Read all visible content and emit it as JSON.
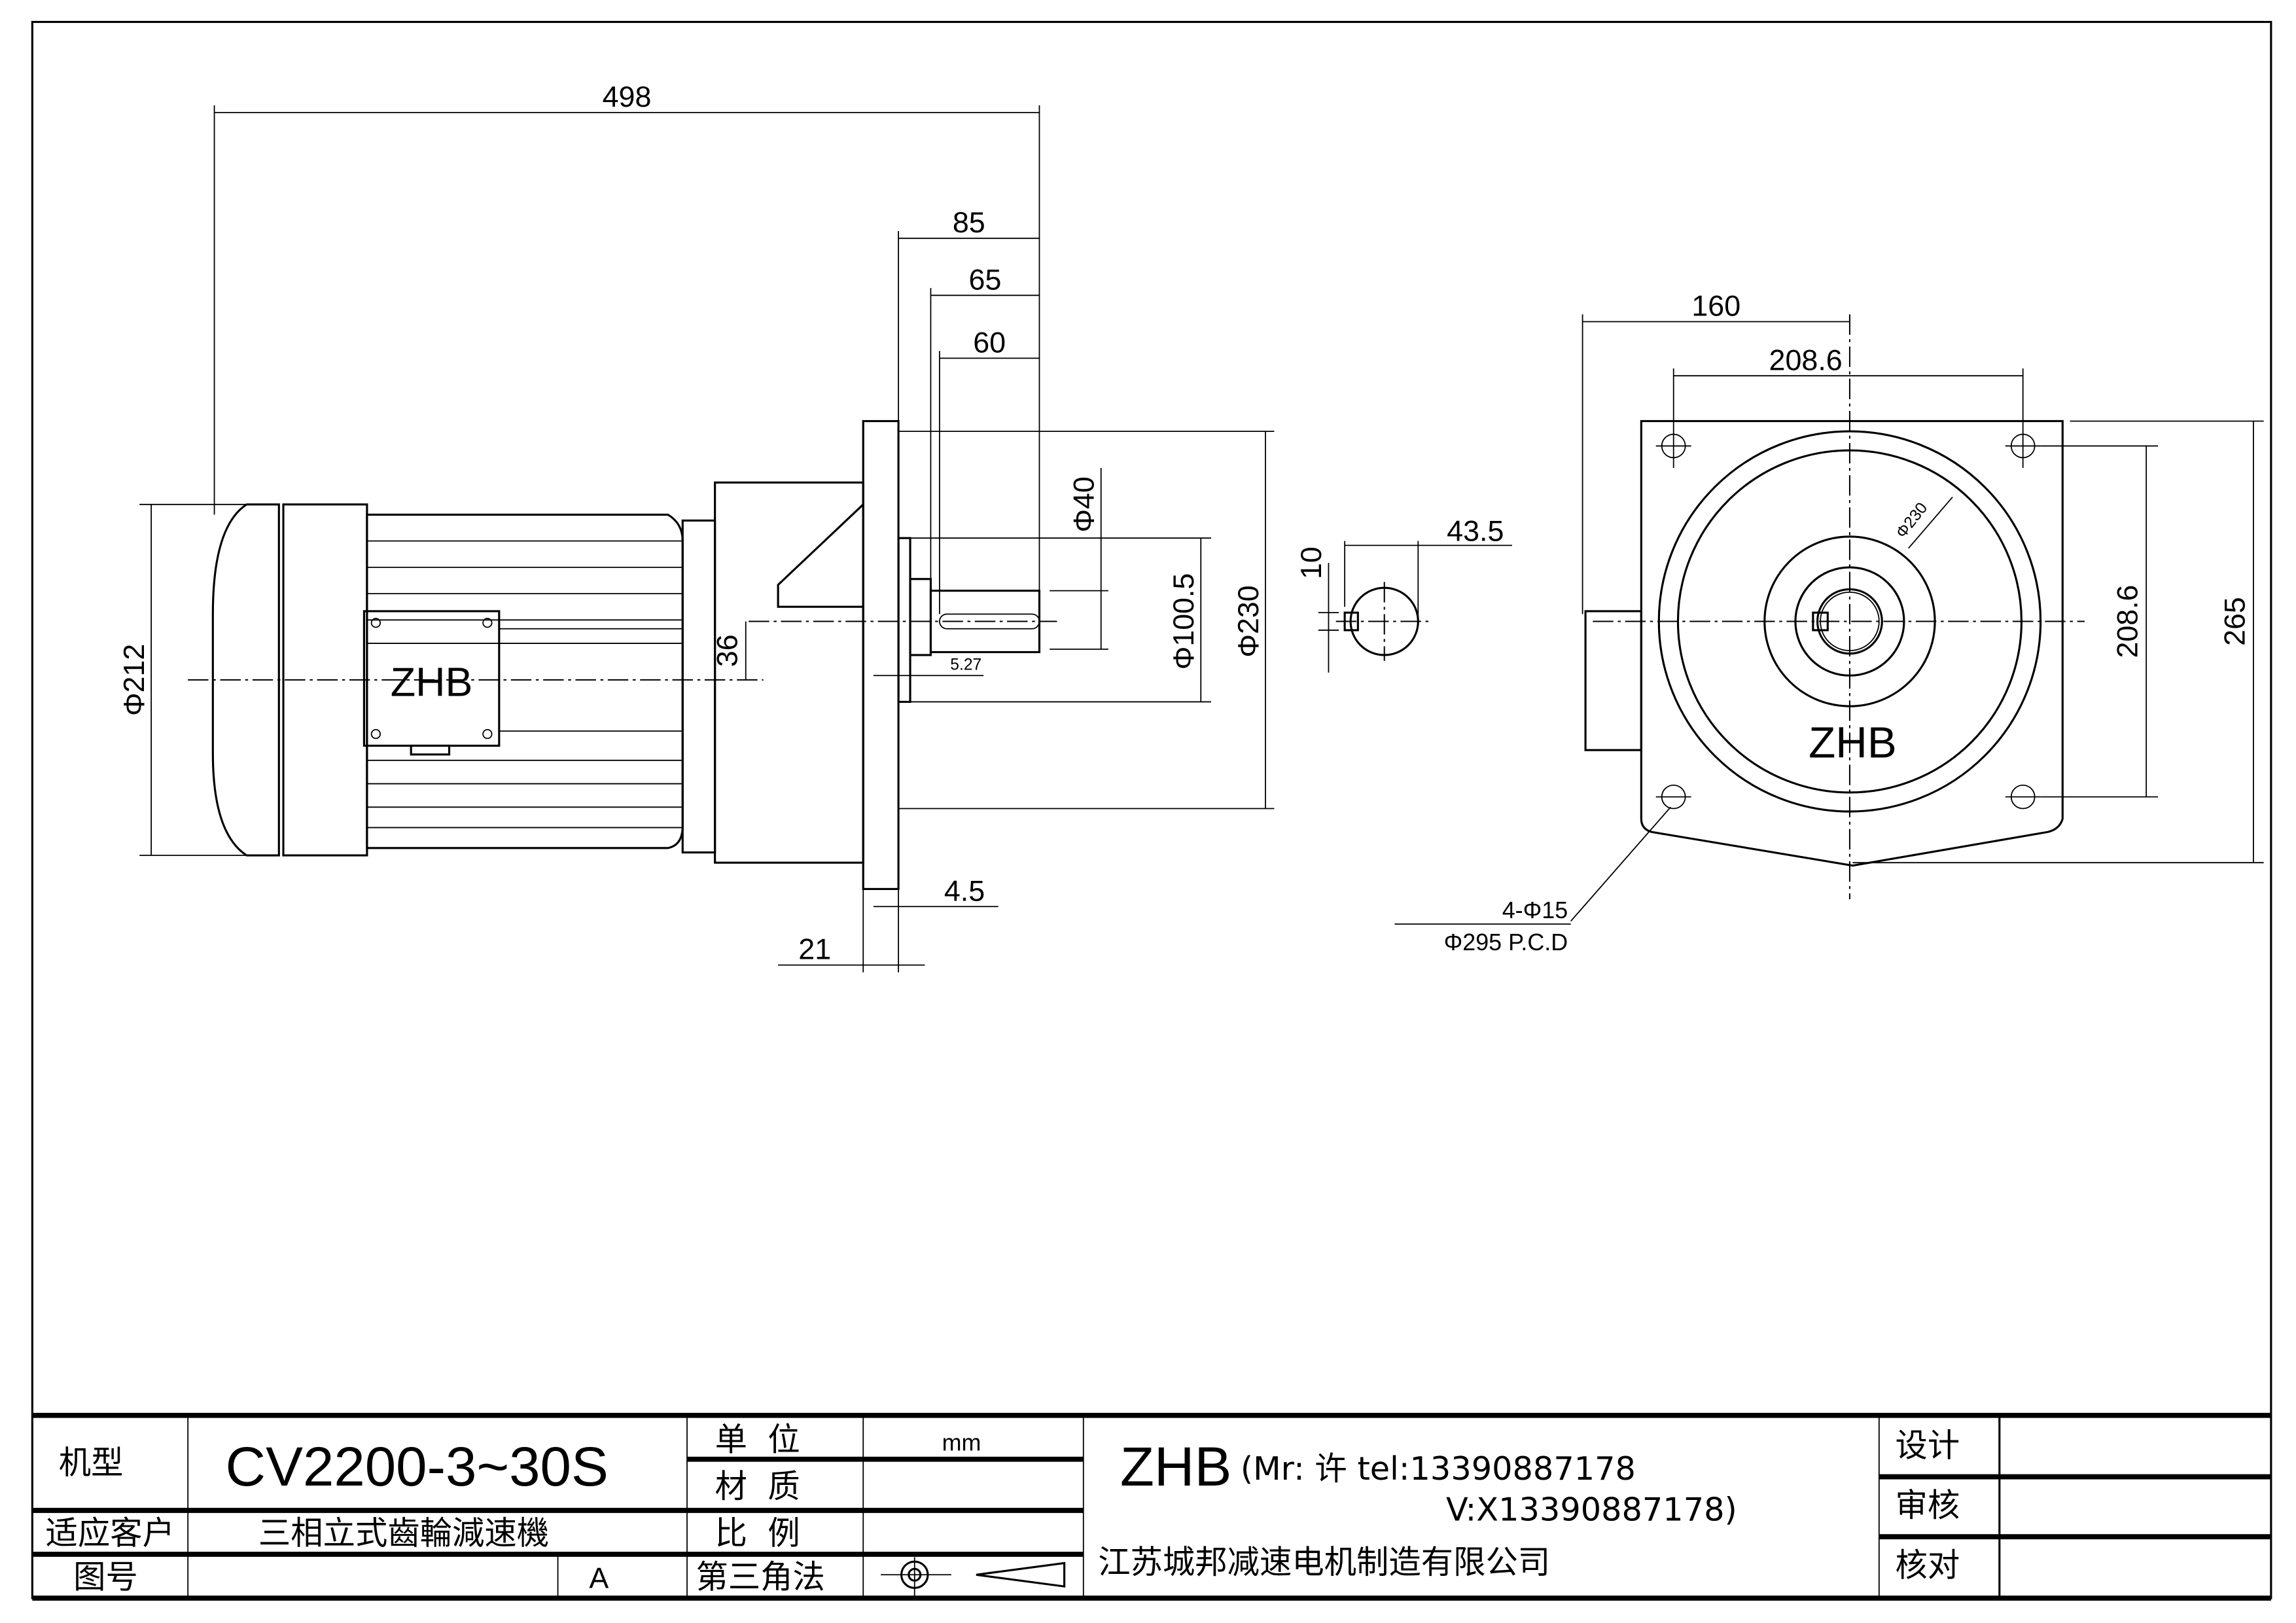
{
  "side_view": {
    "dims": {
      "overall_length": "498",
      "d85": "85",
      "d65": "65",
      "d60": "60",
      "motor_dia": "Φ212",
      "shaft_dia": "Φ40",
      "pilot_dia": "Φ100.5",
      "flange_dia": "Φ230",
      "offset": "36",
      "d527": "5.27",
      "d45": "4.5",
      "d21": "21"
    },
    "logo": "ZHB"
  },
  "key_view": {
    "dims": {
      "key_width": "10",
      "key_height": "43.5"
    }
  },
  "end_view": {
    "dims": {
      "half_width": "160",
      "bolt_h": "208.6",
      "bolt_v": "208.6",
      "height": "265",
      "pcd_small": "Φ230",
      "holes": "4-Φ15",
      "pcd": "Φ295 P.C.D"
    },
    "logo": "ZHB"
  },
  "title_block": {
    "model_label": "机型",
    "model_value": "CV2200-3~30S",
    "customer_label": "适应客户",
    "customer_value": "三相立式齒輪減速機",
    "drawing_no_label": "图号",
    "revision": "A",
    "unit_label": "单  位",
    "unit_value": "mm",
    "material_label": "材  质",
    "scale_label": "比  例",
    "projection_label": "第三角法",
    "company_brand": "ZHB",
    "contact_line1": "(Mr: 许 tel:13390887178",
    "contact_line2": "V:X13390887178)",
    "company_name": "江苏城邦减速电机制造有限公司",
    "design_label": "设计",
    "review_label": "审核",
    "check_label": "核对"
  }
}
